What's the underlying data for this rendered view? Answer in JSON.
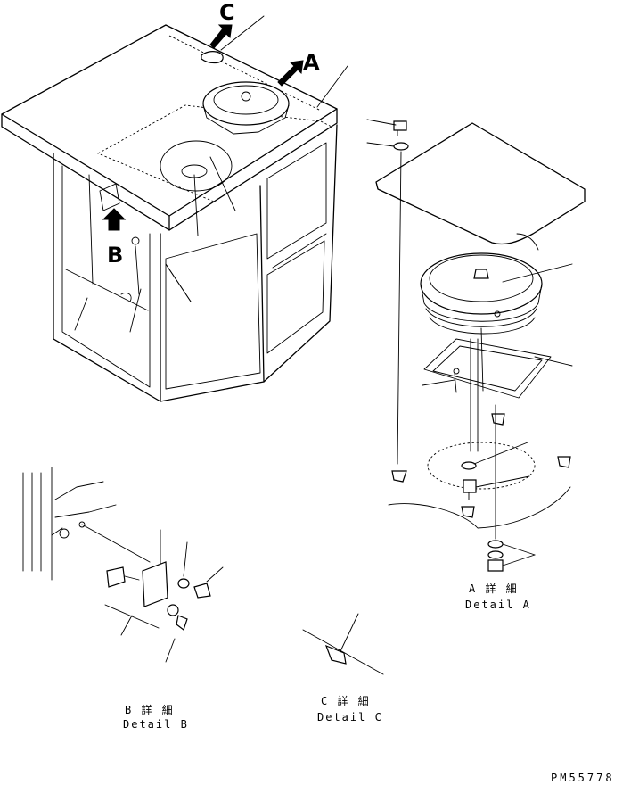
{
  "callouts": {
    "a": "A",
    "b": "B",
    "c": "C"
  },
  "details": {
    "a": {
      "jp": "A 詳 細",
      "en": "Detail A"
    },
    "b": {
      "jp": "B 詳 細",
      "en": "Detail B"
    },
    "c": {
      "jp": "C 詳 細",
      "en": "Detail C"
    }
  },
  "drawing_number": "PM55778"
}
